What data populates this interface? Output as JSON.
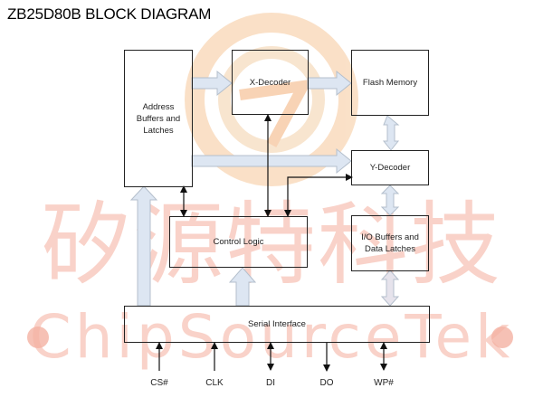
{
  "title": "ZB25D80B BLOCK DIAGRAM",
  "watermark": {
    "cn_text": "矽源特科技",
    "en_text": "ChipSourceTek",
    "color": "#f5b8a8",
    "logo_colors": [
      "#f6c89a",
      "#f3b07a"
    ]
  },
  "blocks": {
    "address": {
      "label_lines": [
        "Address",
        "Buffers and",
        "Latches"
      ]
    },
    "xdecoder": {
      "label": "X-Decoder"
    },
    "flash": {
      "label": "Flash Memory"
    },
    "ydecoder": {
      "label": "Y-Decoder"
    },
    "control": {
      "label": "Control Logic"
    },
    "io": {
      "label_lines": [
        "I/O Buffers and",
        "Data Latches"
      ]
    },
    "serial": {
      "label": "Serial Interface"
    }
  },
  "pins": [
    {
      "label": "CS#",
      "direction": "in"
    },
    {
      "label": "CLK",
      "direction": "in"
    },
    {
      "label": "DI",
      "direction": "bidirectional"
    },
    {
      "label": "DO",
      "direction": "out"
    },
    {
      "label": "WP#",
      "direction": "bidirectional"
    }
  ],
  "colors": {
    "bus_fill": "#dde6f2",
    "bus_stroke": "#b4bfcc",
    "line": "#111111",
    "box_border": "#222222"
  }
}
